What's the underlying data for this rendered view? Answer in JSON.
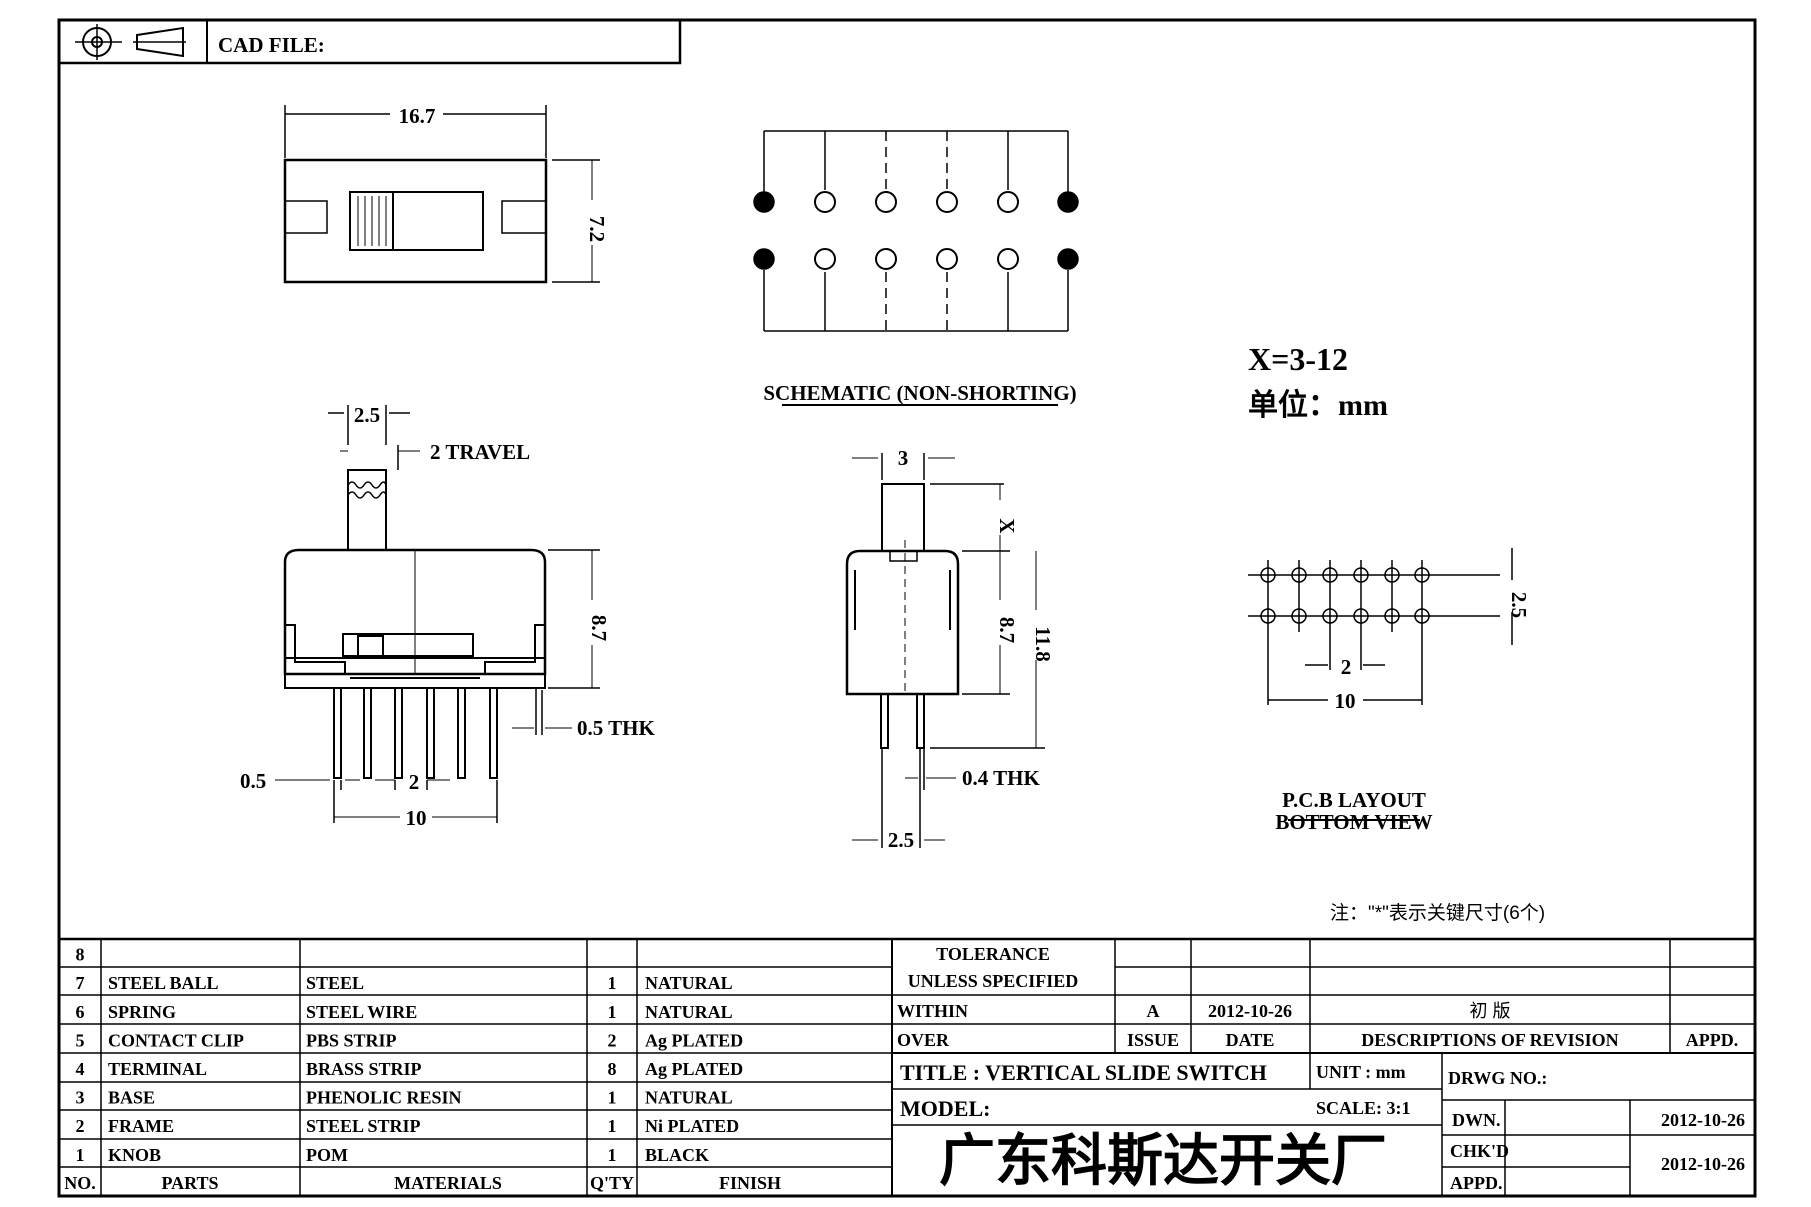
{
  "header": {
    "cad_file_label": "CAD FILE:"
  },
  "drawing": {
    "top_view": {
      "width": "16.7",
      "height": "7.2"
    },
    "schematic": {
      "title": "SCHEMATIC (NON-SHORTING)"
    },
    "note_x": "X=3-12",
    "note_unit": "单位：mm",
    "side_view": {
      "knob_width": "2.5",
      "travel": "2 TRAVEL",
      "height": "8.7",
      "thickness": "0.5 THK",
      "pin_width": "0.5",
      "pitch": "2",
      "span": "10"
    },
    "end_view": {
      "knob": "3",
      "x_label": "X",
      "height": "8.7",
      "total": "11.8",
      "thickness": "0.4 THK",
      "pin_span": "2.5"
    },
    "pcb": {
      "row_spacing": "2.5",
      "pitch": "2",
      "span": "10",
      "title1": "P.C.B LAYOUT",
      "title2": "BOTTOM VIEW"
    },
    "footnote": "注：\"*\"表示关键尺寸(6个)"
  },
  "parts_table": {
    "headers": {
      "no": "NO.",
      "parts": "PARTS",
      "materials": "MATERIALS",
      "qty": "Q'TY",
      "finish": "FINISH"
    },
    "rows": [
      {
        "no": "8",
        "part": "",
        "material": "",
        "qty": "",
        "finish": ""
      },
      {
        "no": "7",
        "part": "STEEL BALL",
        "material": "STEEL",
        "qty": "1",
        "finish": "NATURAL"
      },
      {
        "no": "6",
        "part": "SPRING",
        "material": "STEEL WIRE",
        "qty": "1",
        "finish": "NATURAL"
      },
      {
        "no": "5",
        "part": "CONTACT CLIP",
        "material": "PBS STRIP",
        "qty": "2",
        "finish": "Ag PLATED"
      },
      {
        "no": "4",
        "part": "TERMINAL",
        "material": "BRASS STRIP",
        "qty": "8",
        "finish": "Ag PLATED"
      },
      {
        "no": "3",
        "part": "BASE",
        "material": "PHENOLIC RESIN",
        "qty": "1",
        "finish": "NATURAL"
      },
      {
        "no": "2",
        "part": "FRAME",
        "material": "STEEL STRIP",
        "qty": "1",
        "finish": "Ni PLATED"
      },
      {
        "no": "1",
        "part": "KNOB",
        "material": "POM",
        "qty": "1",
        "finish": "BLACK"
      }
    ]
  },
  "title_block": {
    "tolerance": "TOLERANCE",
    "unless": "UNLESS   SPECIFIED",
    "within": "WITHIN",
    "over": "OVER",
    "rev": "A",
    "rev_date": "2012-10-26",
    "rev_desc": "初  版",
    "issue": "ISSUE",
    "date": "DATE",
    "desc_rev": "DESCRIPTIONS OF REVISION",
    "appd_h": "APPD.",
    "title": "TITLE :   VERTICAL  SLIDE  SWITCH",
    "unit": "UNIT :   mm",
    "drwg_no": "DRWG NO.:",
    "model": "MODEL:",
    "scale": "SCALE:  3:1",
    "dwn": "DWN.",
    "dwn_date": "2012-10-26",
    "company": "广东科斯达开关厂",
    "chkd": "CHK'D",
    "appd": "APPD.",
    "chk_date": "2012-10-26"
  }
}
